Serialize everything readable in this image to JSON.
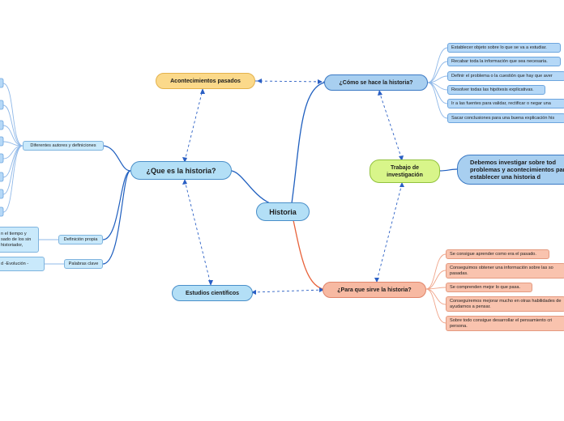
{
  "center": {
    "label": "Historia"
  },
  "left_main": {
    "label": "¿Que es la historia?"
  },
  "acontecimientos": {
    "label": "Acontecimientos pasados"
  },
  "estudios": {
    "label": "Estudios científicos"
  },
  "como": {
    "label": "¿Cómo se hace la historia?",
    "items": [
      "Establecer objeto sobre lo que se va a estudiar.",
      "Recabar toda la información que sea necesaria.",
      "Definir el problema o la cuestión que hay que aver",
      "Resolver todas las hipótesis explicativas.",
      "Ir a las fuentes para validar, rectificar o negar una",
      "Sacar conclusiones para una buena explicación his"
    ]
  },
  "trabajo": {
    "label": "Trabajo de investigación"
  },
  "debemos": {
    "label": "Debemos investigar sobre tod problemas y acontecimientos para establecer una historia d"
  },
  "para": {
    "label": "¿Para que sirve la historia?",
    "items": [
      "Se consigue aprender como era el pasado.",
      "Conseguimos obtener una información sobre las so pasadas.",
      "Se comprenden mejor lo que pasa.",
      "Conseguiremos mejorar mucho en otras habilidades de ayudarnos a pensar.",
      "Sobre todo consigue desarrollar el pensamiento cri persona."
    ]
  },
  "diferentes": {
    "label": "Diferentes autores y definiciones"
  },
  "definicion": {
    "label": "Definición propia",
    "detail": "n el tiempo y sado de los sin historiador,"
  },
  "palabras": {
    "label": "Palabras clave",
    "detail": "d -Evolución -"
  },
  "colors": {
    "line_blue": "#1f5fbf",
    "line_orange": "#e8623a",
    "dash": "#2a5fc4"
  }
}
